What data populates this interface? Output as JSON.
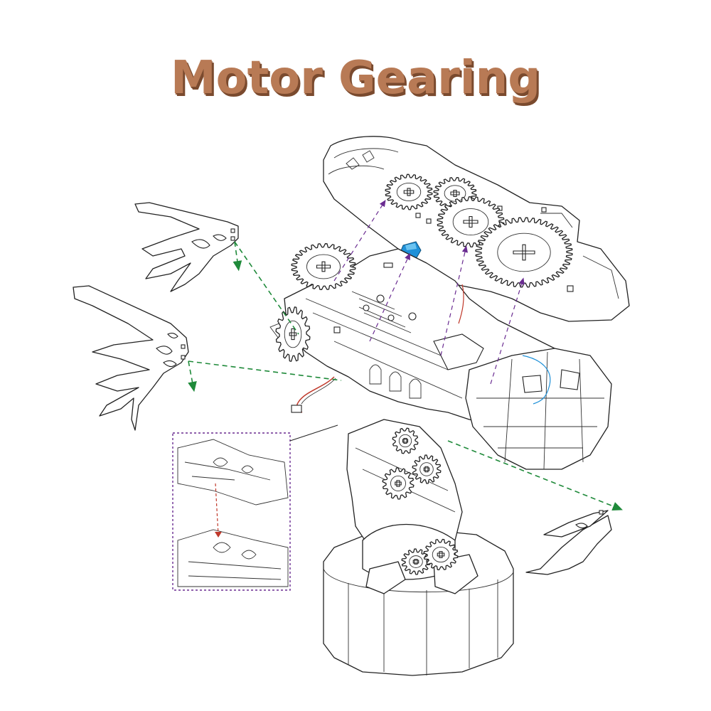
{
  "title": "Motor Gearing",
  "colors": {
    "title": "#b87a55",
    "title_shadow": "#7a4a2e",
    "assembly_arrow": "#1f8a3a",
    "alignment_arrow": "#6a2c91",
    "blue_part": "#1e90d8",
    "red_wire": "#c0392b",
    "line_art": "#222222"
  },
  "icons": {
    "assembly_arrow": "dashed-green-arrow",
    "alignment_arrow": "dashed-purple-arrow",
    "detail_callout": "dotted-purple-box"
  }
}
